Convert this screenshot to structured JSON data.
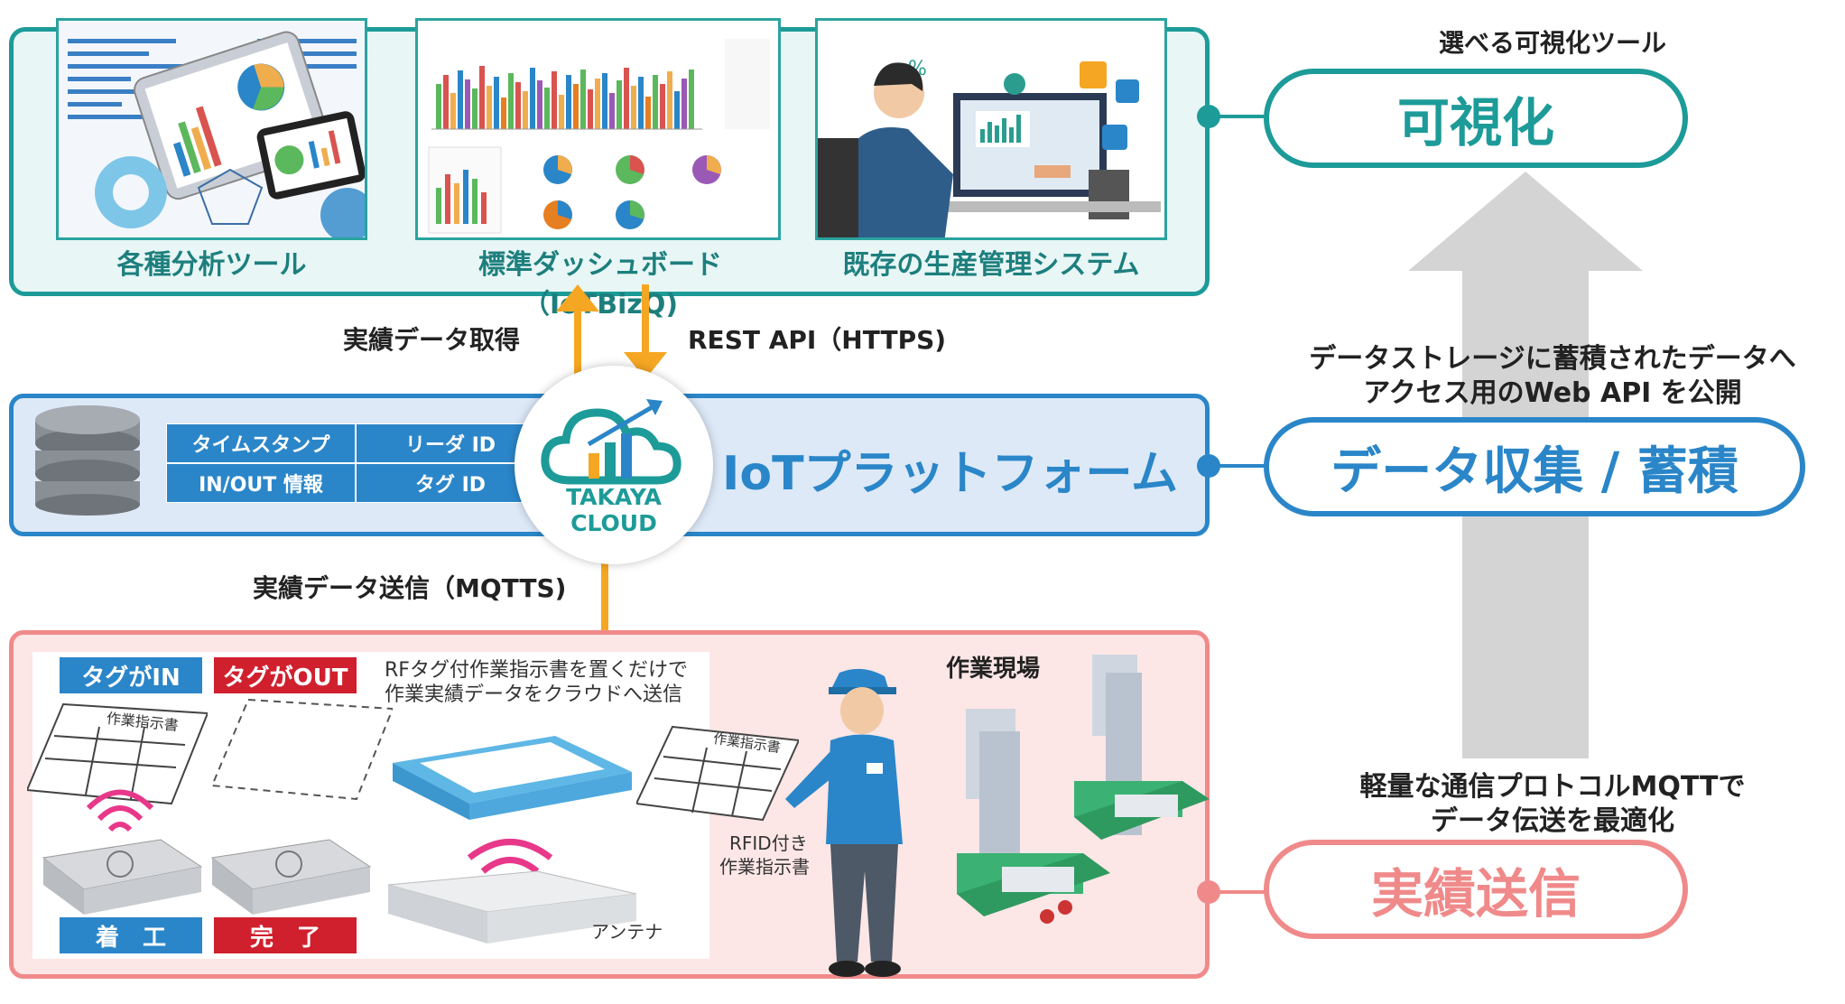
{
  "right_column": {
    "top_caption": "選べる可視化ツール",
    "visual_label": "可視化",
    "middle_caption_line1": "データストレージに蓄積されたデータへ",
    "middle_caption_line2": "アクセス用のWeb API を公開",
    "collect_label": "データ収集 / 蓄積",
    "bottom_caption_line1": "軽量な通信プロトコルMQTTで",
    "bottom_caption_line2": "データ伝送を最適化",
    "send_label": "実績送信"
  },
  "visual_panel": {
    "tool1": "各種分析ツール",
    "tool2": "標準ダッシュボード（IoTBizQ)",
    "tool3": "既存の生産管理システム"
  },
  "arrows": {
    "get_data": "実績データ取得",
    "rest_api": "REST API（HTTPS)",
    "send_data": "実績データ送信（MQTTS)"
  },
  "platform": {
    "table": [
      [
        "タイムスタンプ",
        "リーダ ID"
      ],
      [
        "IN/OUT 情報",
        "タグ ID"
      ]
    ],
    "cloud_name": "TAKAYA CLOUD",
    "title": "IoTプラットフォーム"
  },
  "field": {
    "tag_in": "タグがIN",
    "tag_out": "タグがOUT",
    "start": "着　工",
    "finish": "完　了",
    "sheet_text": "作業指示書",
    "desc_line1": "RFタグ付作業指示書を置くだけで",
    "desc_line2": "作業実績データをクラウドへ送信",
    "antenna": "アンテナ",
    "rfid_line1": "RFID付き",
    "rfid_line2": "作業指示書",
    "site": "作業現場"
  },
  "colors": {
    "teal": "#1d9b98",
    "blue": "#2a86c8",
    "red": "#f08a8a",
    "orange": "#f5a623",
    "tag_blue": "#2b86c9",
    "tag_red": "#d0202e"
  }
}
